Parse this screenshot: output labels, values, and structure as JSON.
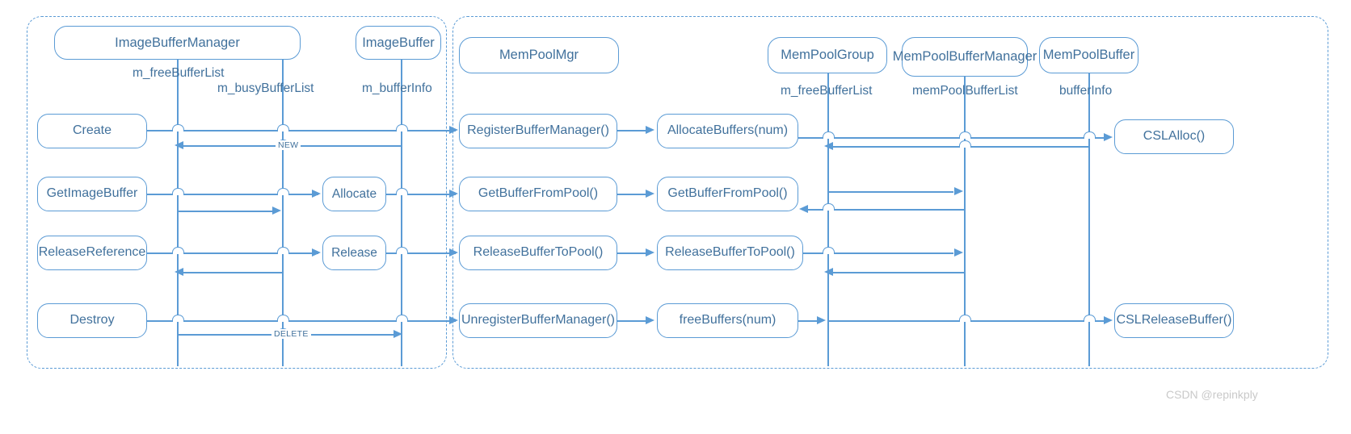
{
  "diagram": {
    "title": "ImageBuffer / MemPool sequence diagram",
    "accent_color": "#5b9bd5",
    "text_color": "#41719c",
    "watermark": "CSDN @repinkply"
  },
  "left_panel": {
    "name": "image-buffer-manager-panel",
    "headers": [
      {
        "label": "ImageBufferManager"
      },
      {
        "label": "ImageBuffer"
      }
    ],
    "lifelines": [
      {
        "label": "m_freeBufferList"
      },
      {
        "label": "m_busyBufferList"
      },
      {
        "label": "m_bufferInfo"
      }
    ],
    "steps": [
      {
        "label": "Create"
      },
      {
        "label": "GetImageBuffer"
      },
      {
        "label": "ReleaseReference"
      },
      {
        "label": "Destroy"
      }
    ],
    "sub_steps": [
      {
        "label": "Allocate"
      },
      {
        "label": "Release"
      }
    ],
    "messages": [
      {
        "label": "NEW"
      },
      {
        "label": "DELETE"
      }
    ]
  },
  "right_panel": {
    "name": "mempool-panel",
    "headers": [
      {
        "label": "MemPoolMgr"
      },
      {
        "label": "MemPoolGroup"
      },
      {
        "label": "MemPoolBufferManager"
      },
      {
        "label": "MemPoolBuffer"
      }
    ],
    "lifelines": [
      {
        "label": "m_freeBufferList"
      },
      {
        "label": "memPoolBufferList"
      },
      {
        "label": "bufferInfo"
      }
    ],
    "steps_col1": [
      {
        "label": "RegisterBufferManager()"
      },
      {
        "label": "GetBufferFromPool()"
      },
      {
        "label": "ReleaseBufferToPool()"
      },
      {
        "label": "UnregisterBufferManager()"
      }
    ],
    "steps_col2": [
      {
        "label": "AllocateBuffers(num)"
      },
      {
        "label": "GetBufferFromPool()"
      },
      {
        "label": "ReleaseBufferToPool()"
      },
      {
        "label": "freeBuffers(num)"
      }
    ],
    "steps_col3": [
      {
        "label": "CSLAlloc()"
      },
      {
        "label": "CSLReleaseBuffer()"
      }
    ]
  }
}
